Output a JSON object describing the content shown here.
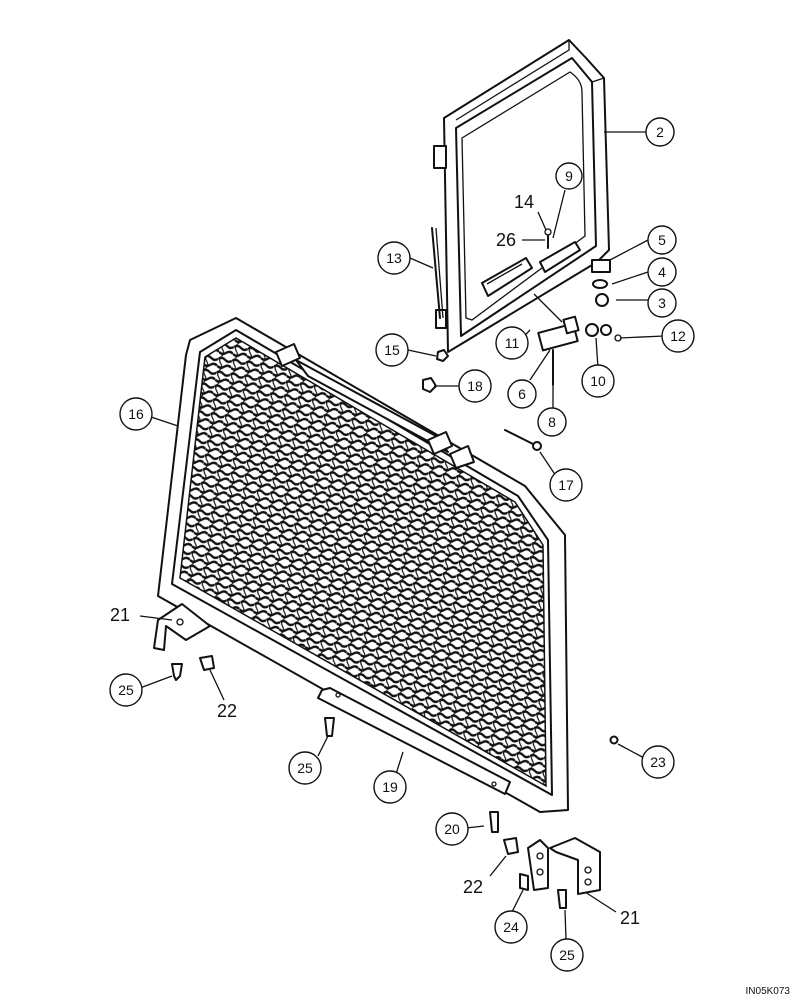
{
  "document_code": "IN05K073",
  "callouts": {
    "c2": "2",
    "c3": "3",
    "c4": "4",
    "c5": "5",
    "c6": "6",
    "c8": "8",
    "c9": "9",
    "c10": "10",
    "c11": "11",
    "c12": "12",
    "c13": "13",
    "c15": "15",
    "c16": "16",
    "c17": "17",
    "c18": "18",
    "c19": "19",
    "c20": "20",
    "c23": "23",
    "c24": "24",
    "c25a": "25",
    "c25b": "25",
    "c25c": "25"
  },
  "labels": {
    "l14": "14",
    "l26": "26",
    "l21a": "21",
    "l21b": "21",
    "l22a": "22",
    "l22b": "22"
  }
}
